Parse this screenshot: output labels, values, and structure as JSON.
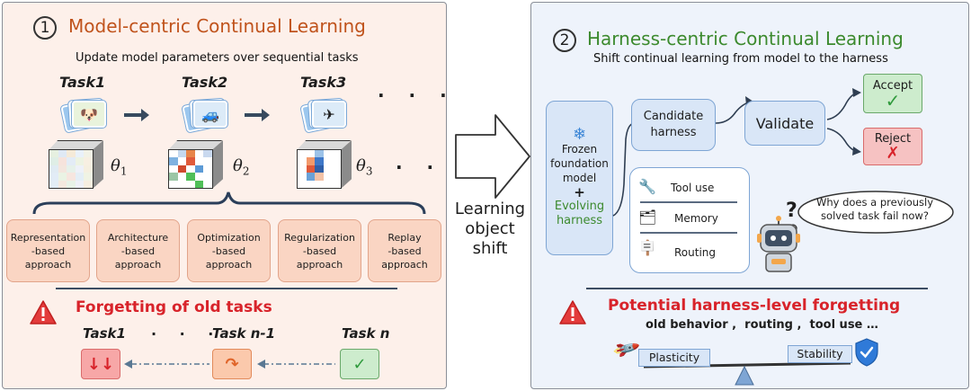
{
  "left": {
    "number": "1",
    "title": "Model-centric Continual Learning",
    "subtitle": "Update model parameters over sequential tasks",
    "tasks": [
      "Task1",
      "Task2",
      "Task3"
    ],
    "thetas": [
      {
        "symbol": "θ",
        "sub": "1"
      },
      {
        "symbol": "θ",
        "sub": "2"
      },
      {
        "symbol": "θ",
        "sub": "3"
      }
    ],
    "approaches": [
      "Representation\n-based\napproach",
      "Architecture\n-based\napproach",
      "Optimization\n-based\napproach",
      "Regularization\n-based\napproach",
      "Replay\n-based\napproach"
    ],
    "forgetting_title": "Forgetting of old tasks",
    "bottom_tasks": [
      "Task1",
      "Task n-1",
      "Task n"
    ],
    "dots": "· · ·"
  },
  "middle": {
    "label_line1": "Learning",
    "label_line2": "object",
    "label_line3": "shift"
  },
  "right": {
    "number": "2",
    "title": "Harness-centric Continual Learning",
    "subtitle": "Shift continual learning from model to the harness",
    "frozen_lines": [
      "Frozen",
      "foundation",
      "model"
    ],
    "plus": "+",
    "evolving_lines": [
      "Evolving",
      "harness"
    ],
    "candidate_line1": "Candidate",
    "candidate_line2": "harness",
    "validate": "Validate",
    "accept": "Accept",
    "reject": "Reject",
    "tools": [
      "Tool use",
      "Memory",
      "Routing"
    ],
    "thought_line1": "Why does a previously",
    "thought_line2": "solved task fail now?",
    "potential_title": "Potential harness-level forgetting",
    "behaviors": "old behavior ,  routing ,  tool use …",
    "plasticity": "Plasticity",
    "stability": "Stability"
  },
  "colors": {
    "left_title": "#c0531c",
    "right_title": "#3c8a2e",
    "red": "#d8232a",
    "approach_fill": "#fad5c3",
    "harness_fill": "#d9e6f7",
    "accept_fill": "#cdeccd",
    "reject_fill": "#f6c2c2"
  }
}
